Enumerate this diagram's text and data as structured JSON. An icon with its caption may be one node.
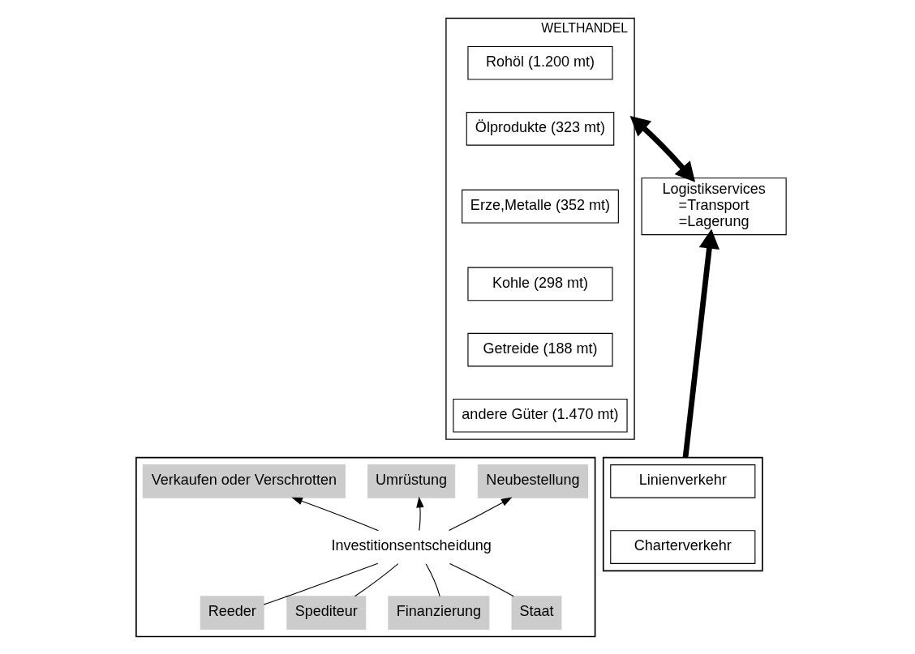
{
  "diagram": {
    "nodes": [
      {
        "text": [
          "WELTHANDEL"
        ]
      },
      {
        "text": [
          "Rohöl (1.200 mt)"
        ],
        "in": 0
      },
      {
        "text": [
          "Ölprodukte (323 mt)"
        ],
        "in": 0
      },
      {
        "text": [
          "Erze,Metalle (352 mt)"
        ],
        "in": 0
      },
      {
        "text": [
          "Kohle (298 mt)"
        ],
        "in": 0
      },
      {
        "text": [
          "Getreide (188 mt)"
        ],
        "in": 0
      },
      {
        "text": [
          "andere Güter (1.470 mt)"
        ],
        "in": 0
      },
      {
        "text": [
          "Logistikservices",
          "=Transport",
          "=Lagerung"
        ]
      },
      {
        "text": [],
        "shape": "box"
      },
      {
        "text": [
          "Neubestellung"
        ],
        "in": 8
      },
      {
        "text": [
          "Umrüstung"
        ],
        "in": 8
      },
      {
        "text": [
          "Verkaufen oder Verschrotten"
        ],
        "in": 8
      },
      {
        "text": [
          "Investitionsentscheidung"
        ],
        "in": 8
      },
      {
        "text": [
          "Reeder"
        ],
        "in": 8
      },
      {
        "text": [
          "Spediteur"
        ],
        "in": 8
      },
      {
        "text": [
          "Finanzierung"
        ],
        "in": 8
      },
      {
        "text": [
          "Staat"
        ],
        "in": 8
      },
      {
        "text": [],
        "shape": "box"
      },
      {
        "text": [
          "Linienverkehr"
        ],
        "in": 17
      },
      {
        "text": [
          "Charterverkehr"
        ],
        "in": 17
      }
    ],
    "edges": [
      {
        "from": 0,
        "to": 7,
        "arrow": "both",
        "style": "thick"
      },
      {
        "from": 17,
        "to": 7,
        "arrow": "to",
        "style": "thick"
      },
      {
        "from": 12,
        "to": 9,
        "arrow": "to"
      },
      {
        "from": 12,
        "to": 10,
        "arrow": "to"
      },
      {
        "from": 12,
        "to": 11,
        "arrow": "to"
      },
      {
        "from": 13,
        "to": 12,
        "arrow": "none"
      },
      {
        "from": 14,
        "to": 12,
        "arrow": "none"
      },
      {
        "from": 15,
        "to": 12,
        "arrow": "none"
      },
      {
        "from": 16,
        "to": 12,
        "arrow": "none"
      }
    ]
  }
}
